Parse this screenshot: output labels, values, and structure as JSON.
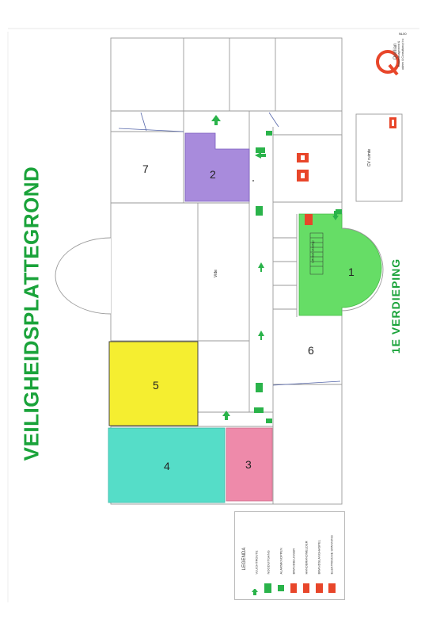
{
  "title": "VEILIGHEIDSPLATTEGROND",
  "floor_label": "1E  VERDIEPING",
  "zones": [
    {
      "number": "1",
      "color": "#66dd66"
    },
    {
      "number": "2",
      "color": "#a88bdc"
    },
    {
      "number": "3",
      "color": "#ee8aaa"
    },
    {
      "number": "4",
      "color": "#55ddc8"
    },
    {
      "number": "5",
      "color": "#f5ee30"
    },
    {
      "number": "6",
      "color": "#ffffff"
    },
    {
      "number": "7",
      "color": "#ffffff"
    }
  ],
  "rooms": {
    "hall": "Vide",
    "lift": "Lift met vloerlap",
    "cv": "CV ruimte"
  },
  "legend": {
    "title": "LEGENDA",
    "items": [
      {
        "label": "VLUCHTROUTE",
        "icon": "escape-arrow-icon",
        "color": "#2ab34a"
      },
      {
        "label": "NOODUITGANG",
        "icon": "emergency-exit-icon",
        "color": "#2ab34a"
      },
      {
        "label": "ALARMKNOPPEN",
        "icon": "alarm-button-icon",
        "color": "#2ab34a"
      },
      {
        "label": "BRANDBLUSSER",
        "icon": "fire-extinguisher-icon",
        "color": "#e8462a"
      },
      {
        "label": "HANDBRANDMELDER",
        "icon": "manual-call-point-icon",
        "color": "#e8462a"
      },
      {
        "label": "BRANDSLANGHASPEL",
        "icon": "fire-hose-reel-icon",
        "color": "#e8462a"
      },
      {
        "label": "ELEKTRISCHE SPANNING",
        "icon": "electric-voltage-icon",
        "color": "#e8462a"
      }
    ]
  },
  "logo": {
    "name": "Qorilian",
    "tagline_1": "Bouwmanagement &",
    "tagline_2": "advies & Consultancy b.v."
  },
  "corner_mark": "NL00"
}
